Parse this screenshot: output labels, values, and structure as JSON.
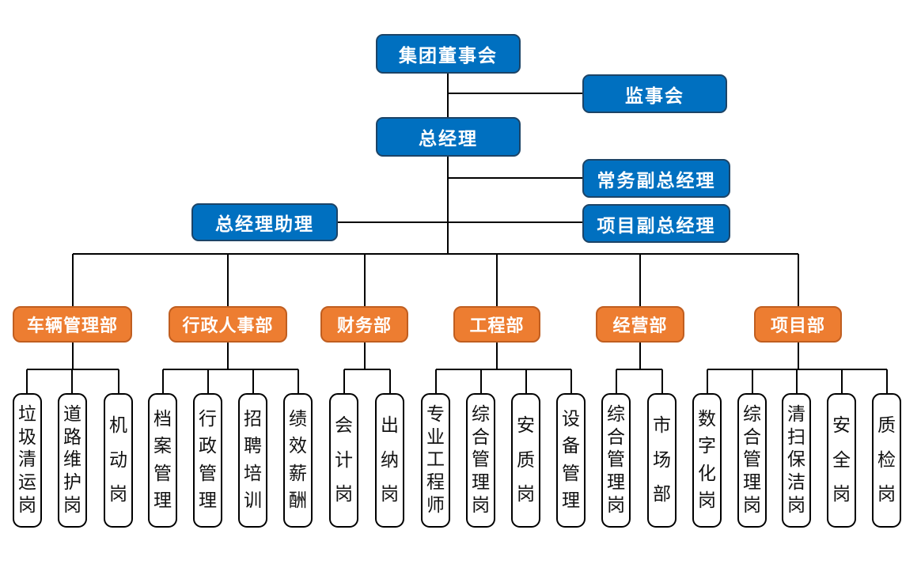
{
  "chart_title": "",
  "colors": {
    "blue_fill": "#0070C0",
    "blue_border": "#1C4467",
    "orange_fill": "#ED7D31",
    "orange_border": "#C05E20",
    "post_fill": "#FFFFFF",
    "post_border": "#000000",
    "line": "#000000",
    "text_on_color": "#FFFFFF",
    "text_on_white": "#111111"
  },
  "executives": [
    {
      "label": "集团董事会"
    },
    {
      "label": "监事会"
    },
    {
      "label": "总经理"
    },
    {
      "label": "常务副总经理"
    },
    {
      "label": "总经理助理"
    },
    {
      "label": "项目副总经理"
    }
  ],
  "departments": [
    {
      "label": "车辆管理部",
      "posts": [
        "垃圾清运岗",
        "道路维护岗",
        "机动岗"
      ]
    },
    {
      "label": "行政人事部",
      "posts": [
        "档案管理",
        "行政管理",
        "招聘培训",
        "绩效薪酬"
      ]
    },
    {
      "label": "财务部",
      "posts": [
        "会计岗",
        "出纳岗"
      ]
    },
    {
      "label": "工程部",
      "posts": [
        "专业工程师",
        "综合管理岗",
        "安质岗",
        "设备管理"
      ]
    },
    {
      "label": "经营部",
      "posts": [
        "综合管理岗",
        "市场部"
      ]
    },
    {
      "label": "项目部",
      "posts": [
        "数字化岗",
        "综合管理岗",
        "清扫保洁岗",
        "安全岗",
        "质检岗"
      ]
    }
  ]
}
